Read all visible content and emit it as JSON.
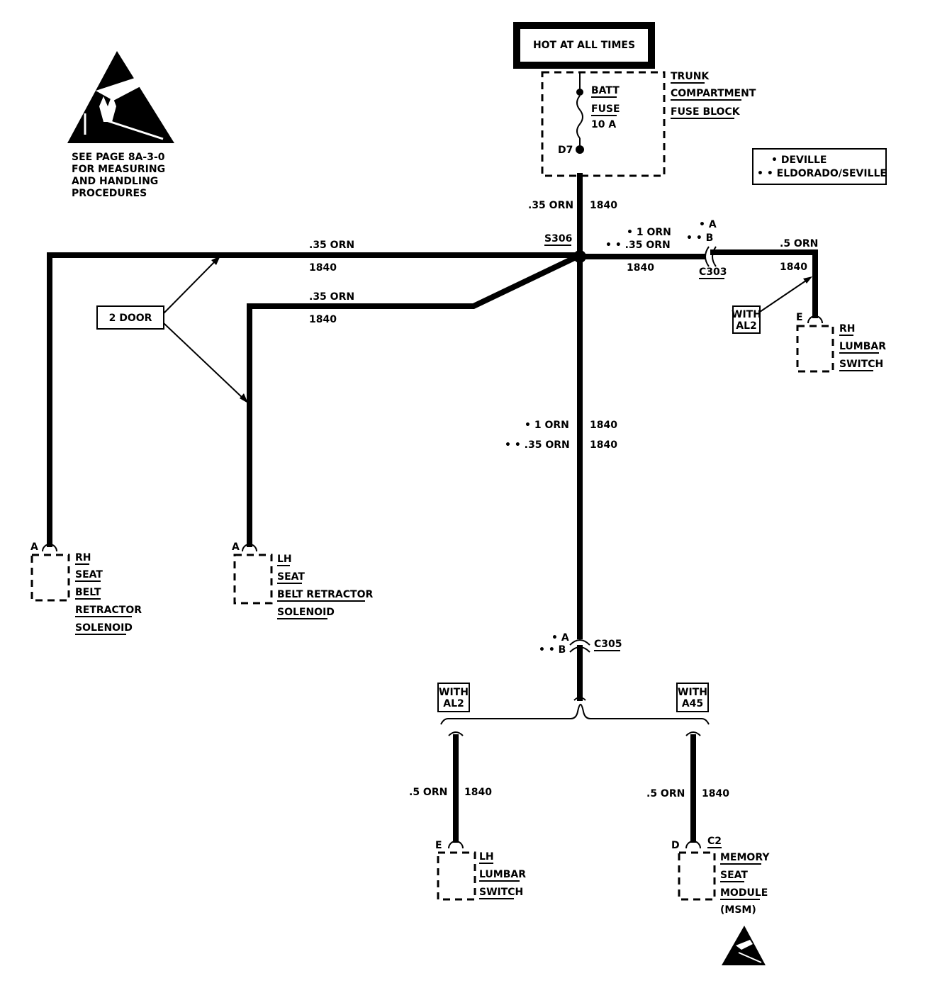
{
  "header": {
    "hot_label": "HOT AT ALL TIMES"
  },
  "esd_note": {
    "lines": [
      "SEE PAGE 8A-3-0",
      "FOR MEASURING",
      "AND HANDLING",
      "PROCEDURES"
    ]
  },
  "fuse_block": {
    "title": [
      "TRUNK",
      "COMPARTMENT",
      "FUSE BLOCK"
    ],
    "fuse": [
      "BATT",
      "FUSE",
      "10 A"
    ],
    "terminal": "D7"
  },
  "legend": {
    "items": [
      "• DEVILLE",
      "• • ELDORADO/SEVILLE"
    ]
  },
  "splice": "S306",
  "option_labels": {
    "two_door": "2 DOOR",
    "with_al2_right": [
      "WITH",
      "AL2"
    ],
    "with_al2_bottom": [
      "WITH",
      "AL2"
    ],
    "with_a45": [
      "WITH",
      "A45"
    ]
  },
  "wires": {
    "top_gauge": ".35 ORN",
    "top_num": "1840",
    "left_gauge": ".35 ORN",
    "left_num": "1840",
    "mid_gauge": ".35 ORN",
    "mid_num": "1840",
    "right_gauge1": "• 1 ORN",
    "right_gauge2": "• • .35 ORN",
    "right_num": "1840",
    "far_right_gauge": ".5 ORN",
    "far_right_num": "1840",
    "center_gauge1": "• 1 ORN",
    "center_num1": "1840",
    "center_gauge2": "• • .35 ORN",
    "center_num2": "1840",
    "bl_gauge": ".5 ORN",
    "bl_num": "1840",
    "br_gauge": ".5 ORN",
    "br_num": "1840"
  },
  "connectors": {
    "c303": {
      "name": "C303",
      "pins": [
        "• A",
        "• • B"
      ]
    },
    "c305": {
      "name": "C305",
      "pins": [
        "• A",
        "• • B"
      ]
    }
  },
  "components": {
    "rh_seat": {
      "pin": "A",
      "lines": [
        "RH",
        "SEAT",
        "BELT",
        "RETRACTOR",
        "SOLENOID"
      ]
    },
    "lh_seat": {
      "pin": "A",
      "lines": [
        "LH",
        "SEAT",
        "BELT RETRACTOR",
        "SOLENOID"
      ]
    },
    "rh_lumbar": {
      "pin": "E",
      "lines": [
        "RH",
        "LUMBAR",
        "SWITCH"
      ]
    },
    "lh_lumbar": {
      "pin": "E",
      "lines": [
        "LH",
        "LUMBAR",
        "SWITCH"
      ]
    },
    "memory": {
      "pin": "D",
      "conn": "C2",
      "lines": [
        "MEMORY",
        "SEAT",
        "MODULE",
        "(MSM)"
      ]
    }
  }
}
